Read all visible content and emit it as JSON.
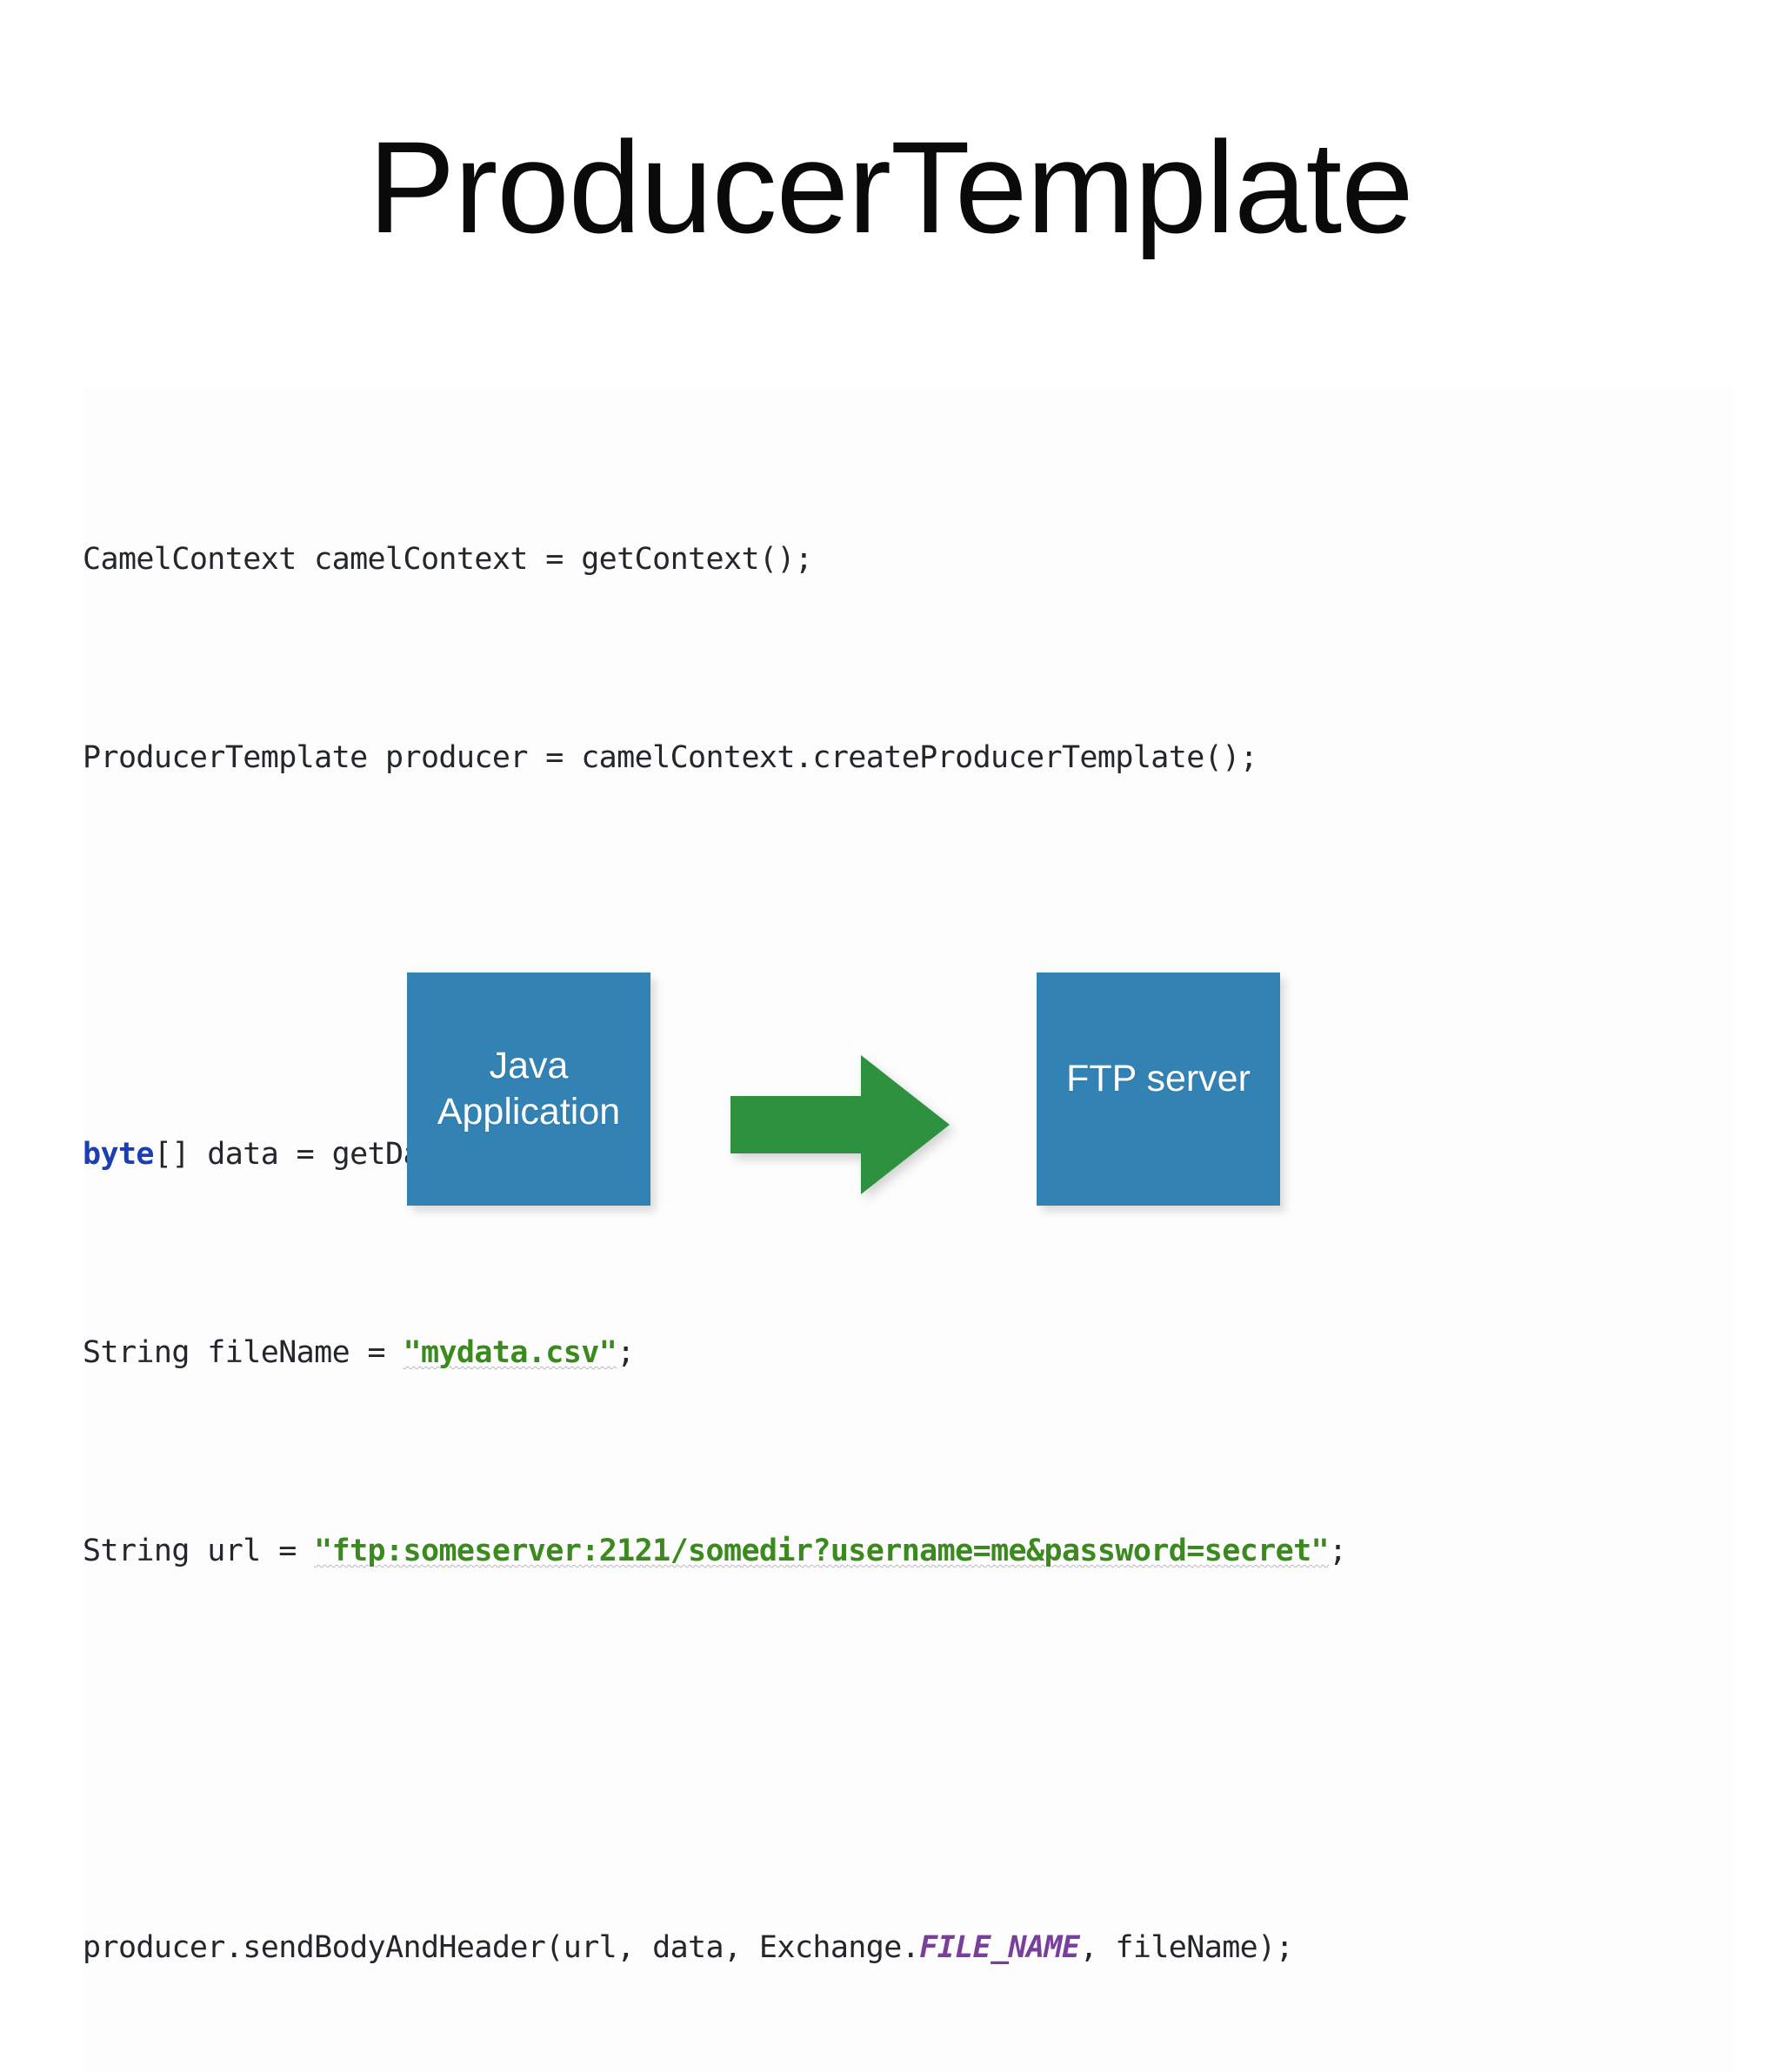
{
  "slide": {
    "title": "ProducerTemplate",
    "background_color": "#ffffff"
  },
  "code": {
    "language": "java",
    "text_color": "#23272b",
    "keyword_color": "#1a3fb5",
    "string_color": "#3a8a1e",
    "constant_color": "#7a3f9d",
    "lines": [
      "CamelContext camelContext = getContext();",
      "ProducerTemplate producer = camelContext.createProducerTemplate();",
      "",
      "byte[] data = getData();",
      "String fileName = \"mydata.csv\";",
      "String url = \"ftp:someserver:2121/somedir?username=me&password=secret\";",
      "",
      "producer.sendBodyAndHeader(url, data, Exchange.FILE_NAME, fileName);"
    ],
    "line1": {
      "full": "CamelContext camelContext = getContext();"
    },
    "line2": {
      "full": "ProducerTemplate producer = camelContext.createProducerTemplate();"
    },
    "line4": {
      "keyword": "byte",
      "rest": "[] data = getData();"
    },
    "line5": {
      "prefix": "String fileName = ",
      "string": "\"mydata.csv\"",
      "suffix": ";"
    },
    "line6": {
      "prefix": "String url = ",
      "string": "\"ftp:someserver:2121/somedir?username=me&password=secret\"",
      "suffix": ";"
    },
    "line8": {
      "prefix": "producer.sendBodyAndHeader(url, data, Exchange.",
      "constant": "FILE_NAME",
      "suffix": ", fileName);"
    }
  },
  "diagram": {
    "type": "flow",
    "box_color": "#3382b4",
    "box_text_color": "#ffffff",
    "arrow_color": "#2e9140",
    "nodes": [
      {
        "id": "java-application",
        "label": "Java\nApplication"
      },
      {
        "id": "ftp-server",
        "label": "FTP server"
      }
    ],
    "connector": {
      "id": "java-to-ftp-arrow",
      "direction": "right",
      "from": "java-application",
      "to": "ftp-server"
    }
  }
}
